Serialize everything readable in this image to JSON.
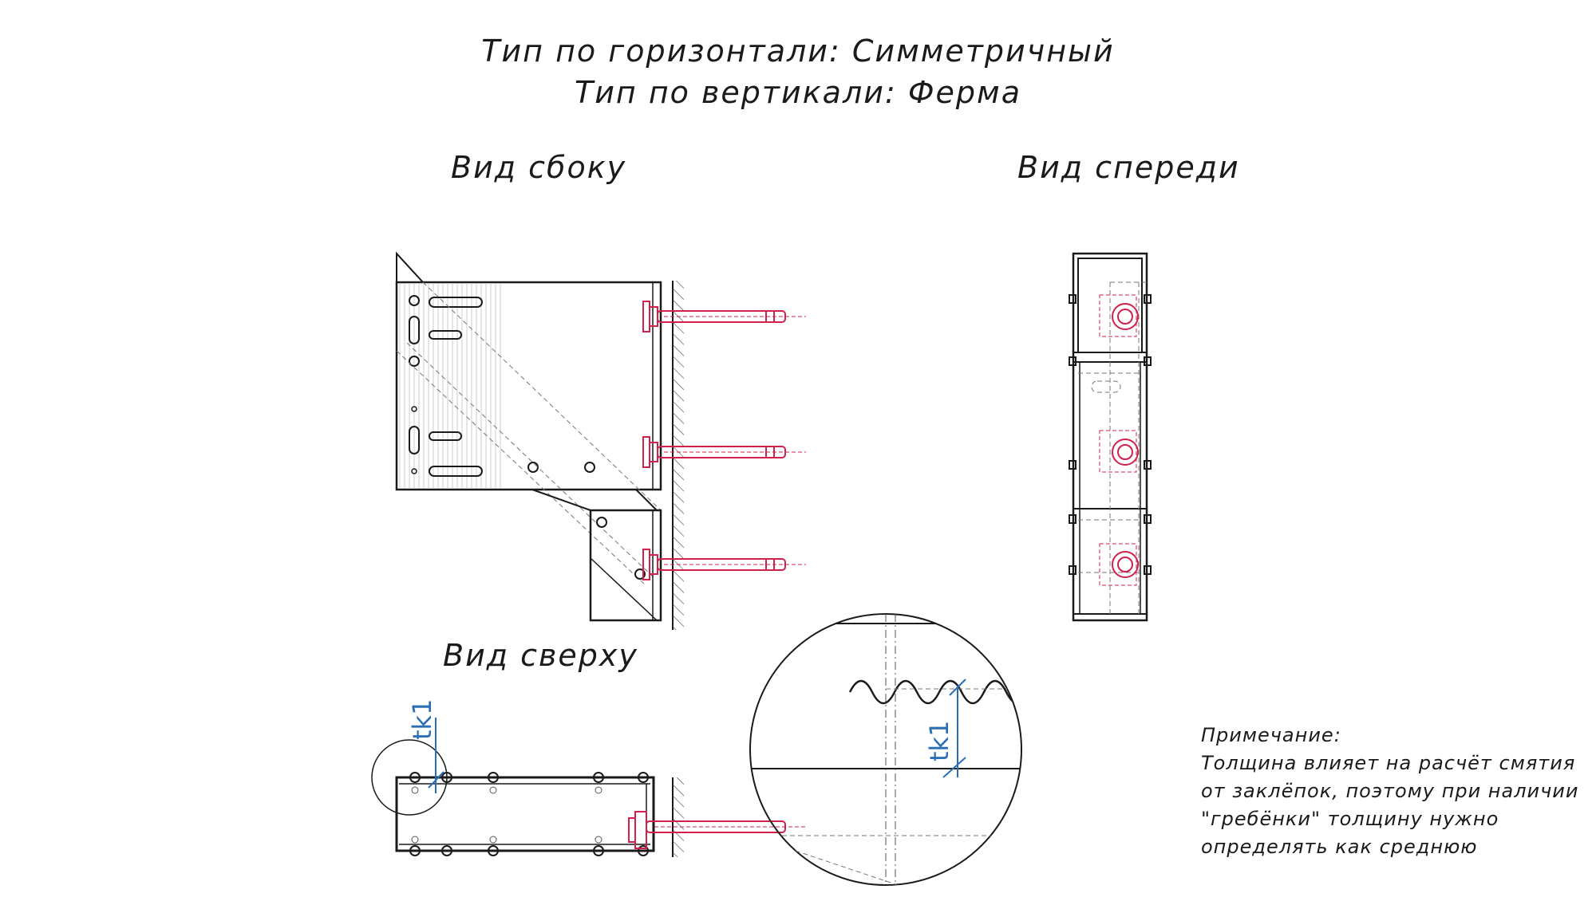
{
  "header": {
    "line1": "Тип по горизонтали: Симметричный",
    "line2": "Тип по вертикали: Ферма"
  },
  "views": {
    "side": "Вид сбоку",
    "front": "Вид спереди",
    "top": "Вид сверху"
  },
  "detail": {
    "thickness_label": "tk1",
    "thickness_label_top": "tk1"
  },
  "note": {
    "heading": "Примечание:",
    "lines": [
      "Толщина влияет на расчёт смятия",
      "от заклёпок, поэтому при наличии",
      "\"гребёнки\" толщину нужно",
      "определять как среднюю"
    ]
  },
  "colors": {
    "anchor": "#d0214a",
    "dimension": "#2a6fb5",
    "outline": "#1a1a1a"
  }
}
